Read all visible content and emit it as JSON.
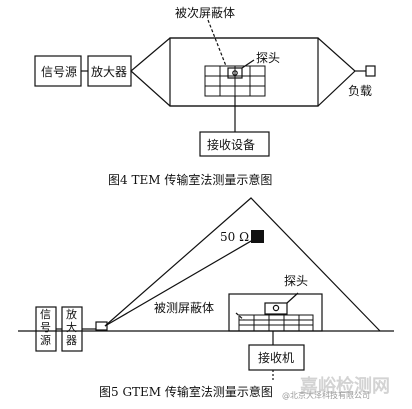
{
  "fig4": {
    "signal_source": "信号源",
    "amplifier": "放大器",
    "dut": "被次屏蔽体",
    "probe": "探头",
    "load": "负载",
    "receiver": "接收设备",
    "caption": "图4   TEM 传输室法测量示意图"
  },
  "fig5": {
    "signal_source": "信号源",
    "amplifier": "放大器",
    "termination": "50 Ω",
    "probe": "探头",
    "dut": "被测屏蔽体",
    "receiver": "接收机",
    "caption": "图5   GTEM 传输室法测量示意图"
  },
  "watermark": {
    "brand": "嘉峪检测网",
    "credit": "@北京大泽科技有限公司"
  }
}
